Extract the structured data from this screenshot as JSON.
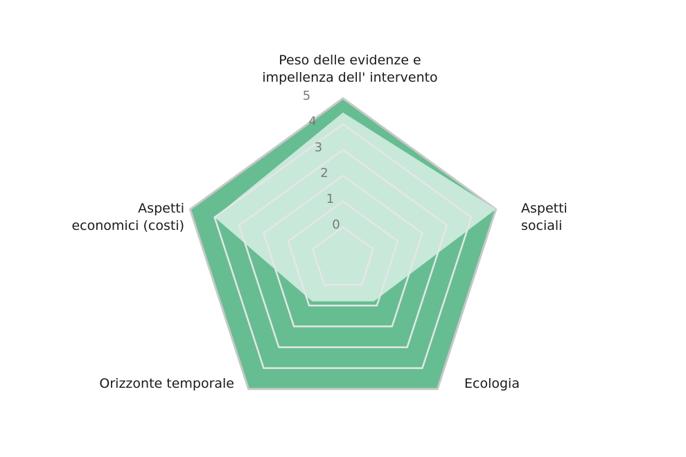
{
  "chart_data": {
    "type": "radar",
    "axes": [
      [
        "Peso delle evidenze e",
        "impellenza dell' intervento"
      ],
      [
        "Aspetti",
        "sociali"
      ],
      [
        "Ecologia"
      ],
      [
        "Orizzonte temporale"
      ],
      [
        "Aspetti",
        "economici (costi)"
      ]
    ],
    "rlim": [
      0,
      5
    ],
    "ticks": [
      "0",
      "1",
      "2",
      "3",
      "4",
      "5"
    ],
    "series": [
      {
        "values": [
          5,
          5,
          5,
          5,
          5
        ]
      },
      {
        "values": [
          4.45,
          5,
          0.8,
          0.8,
          4
        ]
      }
    ],
    "colors": {
      "outer_fill": "#66bd92",
      "outer_stroke": "#c8c8c8",
      "inner_fill": "#d0ebdf",
      "grid": "#e6e6e6",
      "tick_text": "#7a7a7a"
    }
  }
}
